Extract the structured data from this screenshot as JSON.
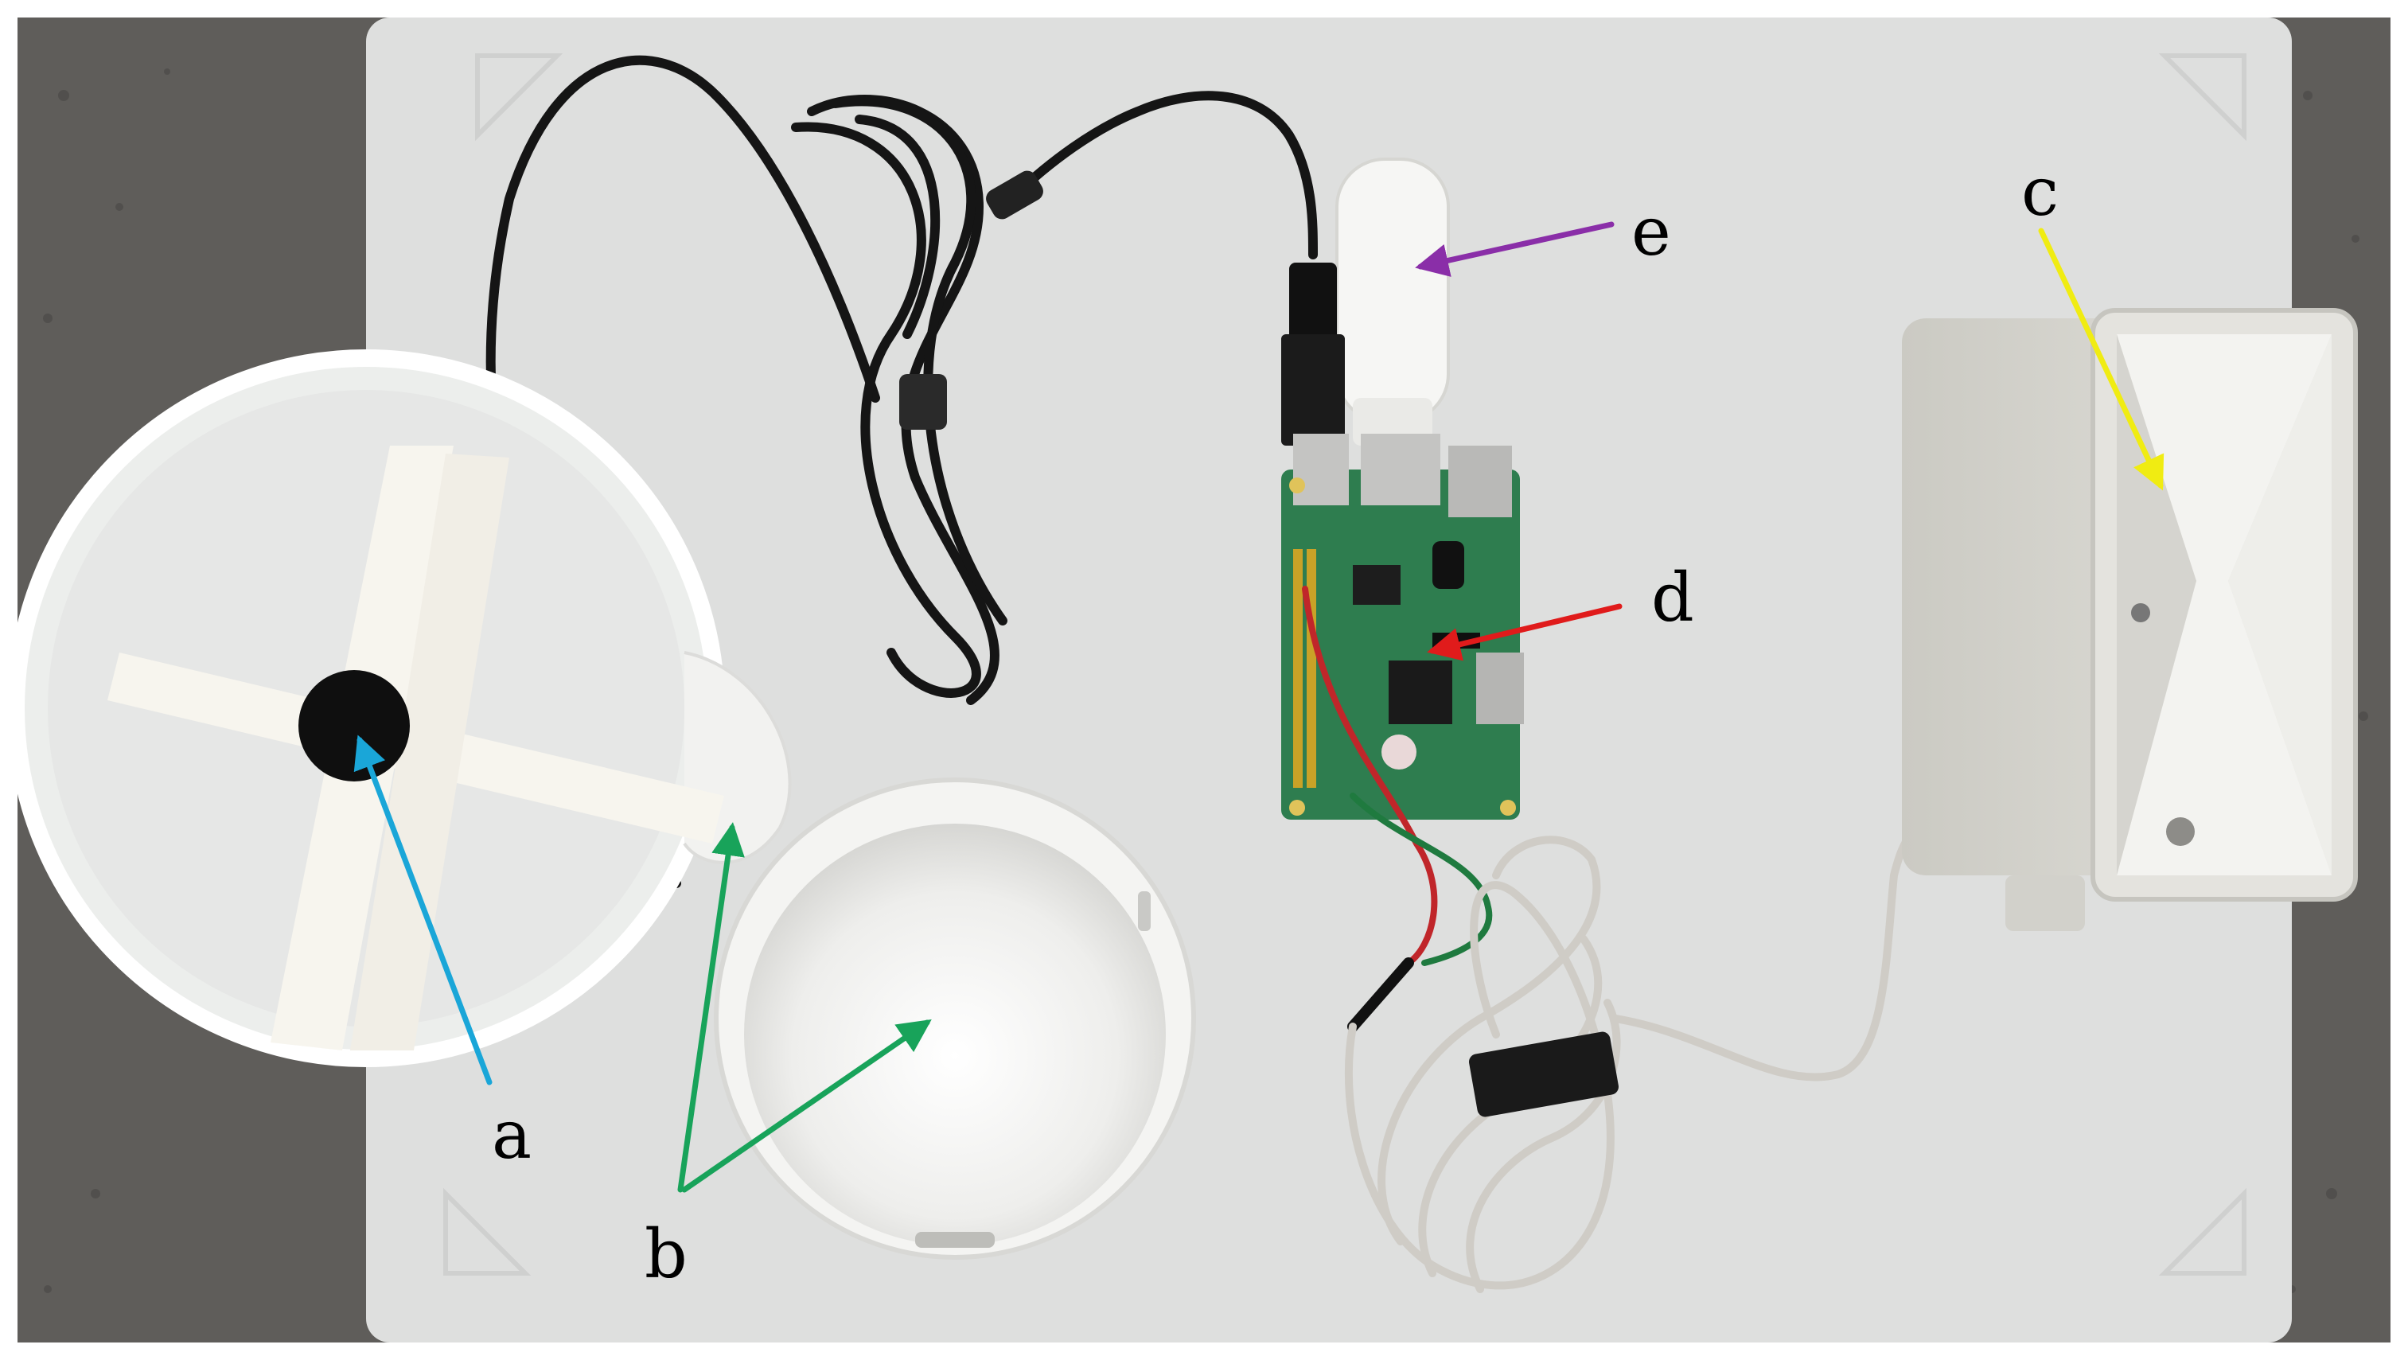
{
  "labels": {
    "a": "a",
    "b": "b",
    "c": "c",
    "d": "d",
    "e": "e"
  },
  "colors": {
    "asphalt": "#5f5d5a",
    "board": "#dedfde",
    "plastic_white": "#f4f4f2",
    "enclosure_grey": "#d9d8d2",
    "pcb_green": "#2e7d4f",
    "cable_black": "#151515",
    "cable_grey": "#cfccc6",
    "arrow_a": "#1aa6d8",
    "arrow_b": "#18a35a",
    "arrow_c": "#f0ec12",
    "arrow_d": "#e01b1b",
    "arrow_e": "#8a2ea8"
  }
}
